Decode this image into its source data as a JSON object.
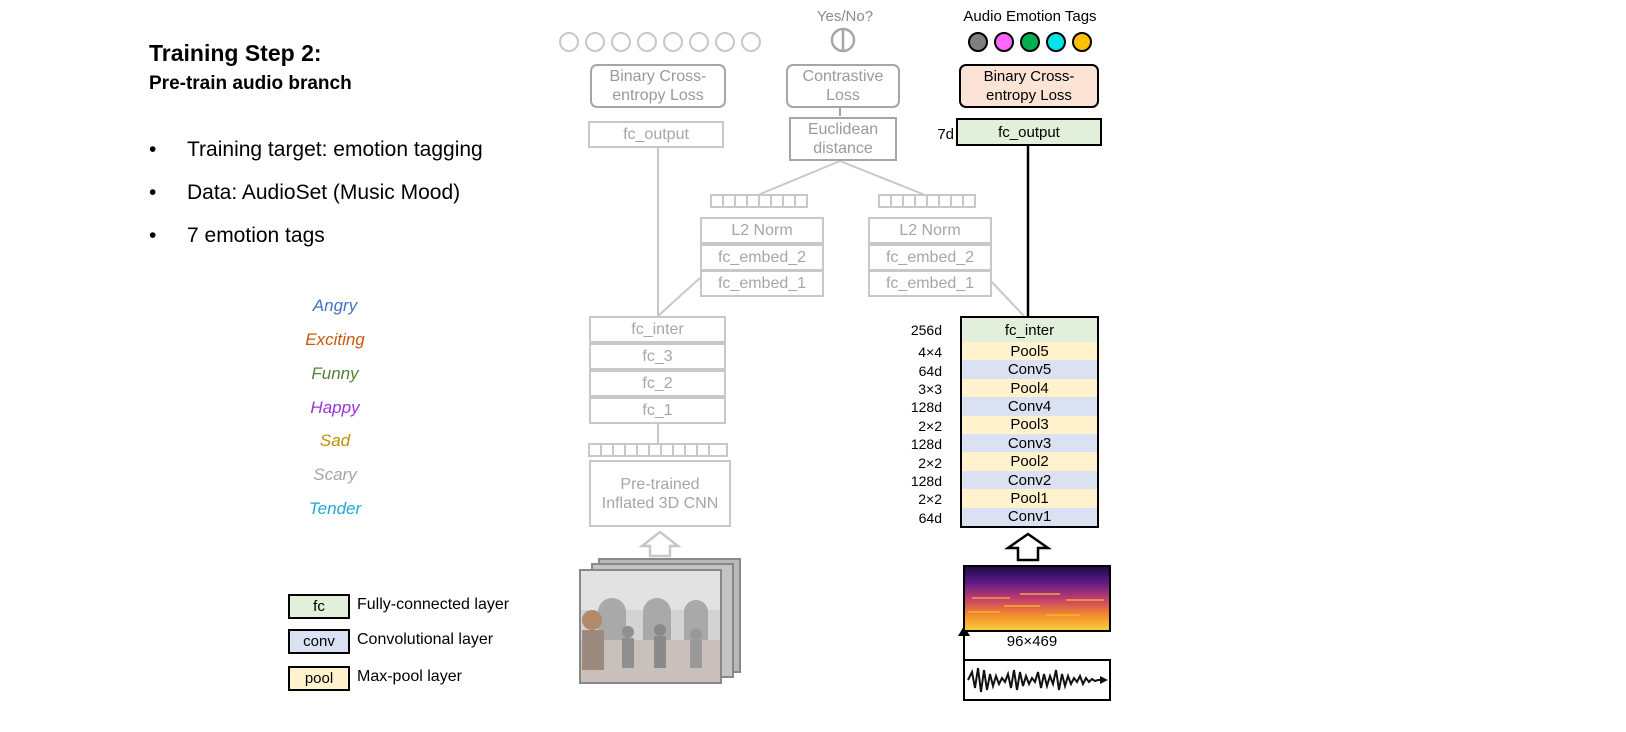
{
  "header": {
    "title": "Training Step 2:",
    "subtitle": "Pre-train audio branch"
  },
  "bullets": [
    "Training target: emotion tagging",
    "Data: AudioSet (Music Mood)",
    "7 emotion tags"
  ],
  "bullet_symbol": "•",
  "emotions": [
    {
      "label": "Angry",
      "color": "#4472c4"
    },
    {
      "label": "Exciting",
      "color": "#c55a11"
    },
    {
      "label": "Funny",
      "color": "#548235"
    },
    {
      "label": "Happy",
      "color": "#9b30d9"
    },
    {
      "label": "Sad",
      "color": "#bf9000"
    },
    {
      "label": "Scary",
      "color": "#a6a6a6"
    },
    {
      "label": "Tender",
      "color": "#1ea7d9"
    }
  ],
  "legend": [
    {
      "code": "fc",
      "label": "Fully-connected layer",
      "color": "#e2efda"
    },
    {
      "code": "conv",
      "label": "Convolutional layer",
      "color": "#d9e1f2"
    },
    {
      "code": "pool",
      "label": "Max-pool layer",
      "color": "#fff2cc"
    }
  ],
  "video_branch": {
    "loss": "Binary Cross-entropy Loss",
    "fc_output": "fc_output",
    "layers": [
      "fc_inter",
      "fc_3",
      "fc_2",
      "fc_1"
    ],
    "cnn": "Pre-trained Inflated 3D CNN"
  },
  "contrastive": {
    "question": "Yes/No?",
    "loss": "Contrastive Loss",
    "distance": "Euclidean distance",
    "left_embed": [
      "L2 Norm",
      "fc_embed_2",
      "fc_embed_1"
    ],
    "right_embed": [
      "L2 Norm",
      "fc_embed_2",
      "fc_embed_1"
    ]
  },
  "audio_branch": {
    "tags_title": "Audio Emotion Tags",
    "tag_colors": [
      "#7f7f7f",
      "#ff66ff",
      "#00b050",
      "#00e5e5",
      "#ffc000"
    ],
    "loss": "Binary Cross-entropy Loss",
    "fc_output": "fc_output",
    "fc_output_dim": "7d",
    "layers": [
      {
        "name": "fc_inter",
        "type": "fc",
        "dim": "256d"
      },
      {
        "name": "Pool5",
        "type": "pool",
        "dim": "4×4"
      },
      {
        "name": "Conv5",
        "type": "conv",
        "dim": "64d"
      },
      {
        "name": "Pool4",
        "type": "pool",
        "dim": "3×3"
      },
      {
        "name": "Conv4",
        "type": "conv",
        "dim": "128d"
      },
      {
        "name": "Pool3",
        "type": "pool",
        "dim": "2×2"
      },
      {
        "name": "Conv3",
        "type": "conv",
        "dim": "128d"
      },
      {
        "name": "Pool2",
        "type": "pool",
        "dim": "2×2"
      },
      {
        "name": "Conv2",
        "type": "conv",
        "dim": "128d"
      },
      {
        "name": "Pool1",
        "type": "pool",
        "dim": "2×2"
      },
      {
        "name": "Conv1",
        "type": "conv",
        "dim": "64d"
      }
    ],
    "spectrogram_size": "96×469"
  }
}
